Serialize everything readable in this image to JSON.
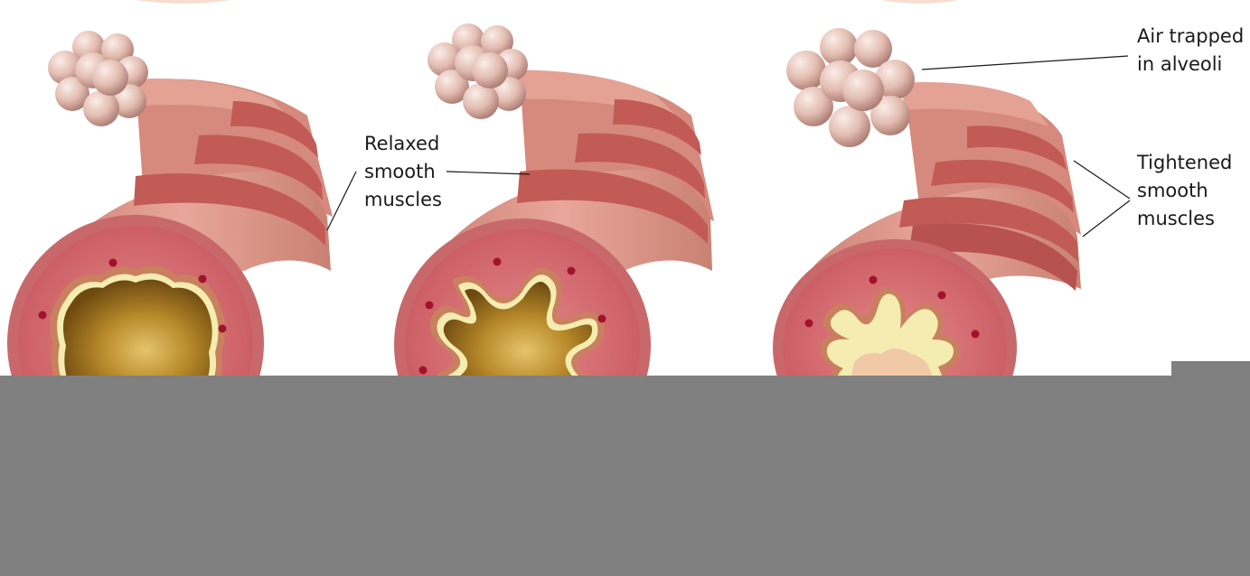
{
  "labels": {
    "relaxed": [
      "Relaxed",
      "smooth",
      "muscles"
    ],
    "air_trapped": [
      "Air trapped",
      "in alveoli"
    ],
    "tightened": [
      "Tightened",
      "smooth",
      "muscles"
    ]
  },
  "colors": {
    "obscuring_band": "#808080",
    "airway_outer": "#dc9486",
    "muscle_band": "#c25a55",
    "mucosa": "#d86f73",
    "lumen": "#b48a28",
    "lining": "#f4ecb0",
    "alveoli": "#e2bcb0"
  }
}
